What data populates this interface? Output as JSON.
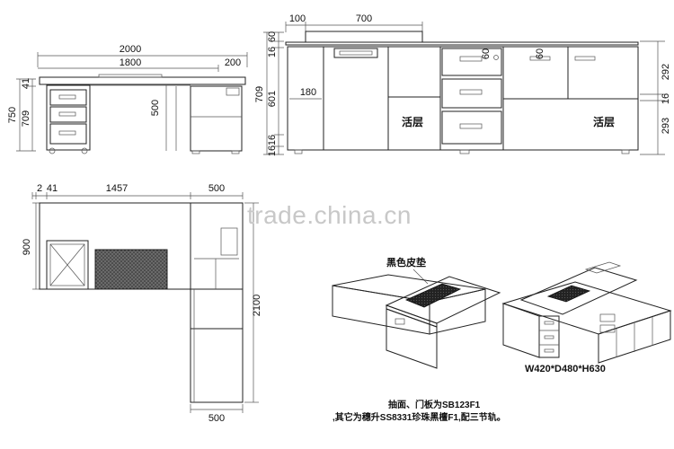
{
  "front_view": {
    "dim_total_width": "2000",
    "dim_desk_width": "1800",
    "dim_return_width": "200",
    "dim_total_height": "750",
    "dim_top_thickness": "41",
    "dim_body_height": "709",
    "dim_return_height": "500"
  },
  "cabinet_view": {
    "dim_side": "100",
    "dim_top_width": "700",
    "dim_top_16": "16",
    "dim_top_60": "60",
    "dim_height_709": "709",
    "dim_height_601": "601",
    "dim_bottom_16a": "16",
    "dim_bottom_16b": "16",
    "dim_inner_180": "180",
    "dim_handle_60a": "60",
    "dim_handle_60b": "60",
    "dim_right_292": "292",
    "dim_right_16": "16",
    "dim_right_293": "293",
    "label_shelf_left": "活层",
    "label_shelf_right": "活层"
  },
  "plan_view": {
    "dim_2": "2",
    "dim_41": "41",
    "dim_1457": "1457",
    "dim_500_top": "500",
    "dim_900": "900",
    "dim_2100": "2100",
    "dim_500_bottom": "500"
  },
  "iso_view": {
    "label_leather_pad": "黑色皮垫",
    "label_pedestal_size": "W420*D480*H630"
  },
  "notes": {
    "line1": "抽面、门板为SB123F1",
    "line2": ",其它为穗升SS8331珍珠黑檀F1,配三节轨。"
  },
  "watermark": "trade.china.cn"
}
